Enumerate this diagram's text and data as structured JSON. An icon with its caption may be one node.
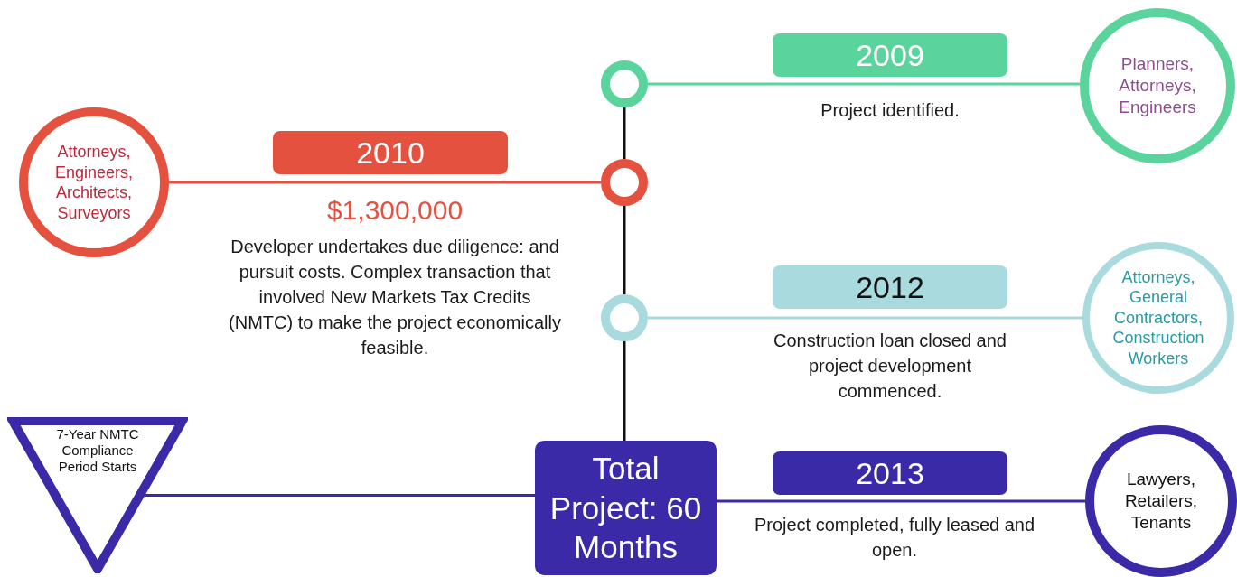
{
  "diagram": {
    "nodes": [
      {
        "text": [],
        "shape": "circle"
      },
      {
        "text": [
          "2009"
        ],
        "beside": [
          "Project identified."
        ]
      },
      {
        "text": [
          "Planners, Attorneys, Engineers"
        ]
      },
      {
        "text": [
          "Attorneys, Engineers, Architects, Surveyors"
        ]
      },
      {
        "text": [
          "2010"
        ],
        "beside": [
          "$1,300,000",
          "Developer undertakes due diligence: and pursuit costs. Complex transaction that involved New Markets Tax Credits (NMTC) to make the project economically feasible."
        ]
      },
      {
        "text": [],
        "shape": "circle"
      },
      {
        "text": [],
        "shape": "circle"
      },
      {
        "text": [
          "2012"
        ],
        "beside": [
          "Construction loan closed and project development commenced."
        ]
      },
      {
        "text": [
          "Attorneys, General Contractors, Construction Workers"
        ]
      },
      {
        "text": [
          "7-Year NMTC Compliance Period Starts"
        ]
      },
      {
        "text": [
          "Total Project: 60 Months"
        ]
      },
      {
        "text": [
          "2013"
        ],
        "beside": [
          "Project completed, fully leased and open."
        ]
      },
      {
        "text": [
          "Lawyers, Retailers, Tenants"
        ]
      }
    ],
    "edges": [
      {
        "from": 0,
        "to": 2,
        "arrow": "none",
        "color": "#5ad49c"
      },
      {
        "from": 3,
        "to": 5,
        "arrow": "none",
        "color": "#e4513f"
      },
      {
        "from": 6,
        "to": 8,
        "arrow": "none",
        "color": "#a8dade"
      },
      {
        "from": 9,
        "to": 10,
        "arrow": "none",
        "color": "#3a2aa8"
      },
      {
        "from": 10,
        "to": 12,
        "arrow": "none",
        "color": "#3a2aa8"
      },
      {
        "from": 0,
        "to": 5,
        "arrow": "none"
      },
      {
        "from": 5,
        "to": 6,
        "arrow": "none"
      },
      {
        "from": 6,
        "to": 10,
        "arrow": "none"
      }
    ]
  }
}
